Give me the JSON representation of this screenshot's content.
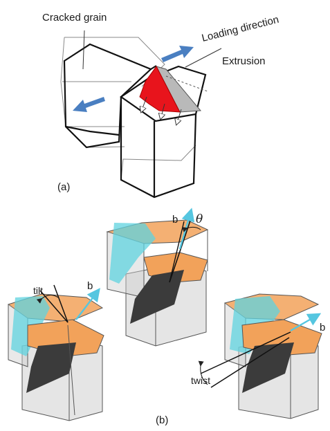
{
  "figure": {
    "panel_a": {
      "caption": "(a)",
      "labels": {
        "cracked_grain": "Cracked grain",
        "loading_direction": "Loading direction",
        "extrusion": "Extrusion"
      }
    },
    "panel_b": {
      "caption": "(b)",
      "left_glyph": {
        "tilt_label": "tilt",
        "b_label": "b"
      },
      "center_glyph": {
        "b_label": "b",
        "theta_label": "θ"
      },
      "right_glyph": {
        "twist_label": "twist",
        "b_label": "b"
      }
    }
  },
  "colors": {
    "arrow_blue": "#4a7fc1",
    "extrusion_red": "#e8141c",
    "extrusion_grey": "#b9b9b9",
    "face_orange": "#f2a25a",
    "face_cyan": "#5fd3df",
    "face_dark": "#3b3b3b",
    "face_grey": "#cfcfcf",
    "vector_cyan": "#55c6e0"
  }
}
